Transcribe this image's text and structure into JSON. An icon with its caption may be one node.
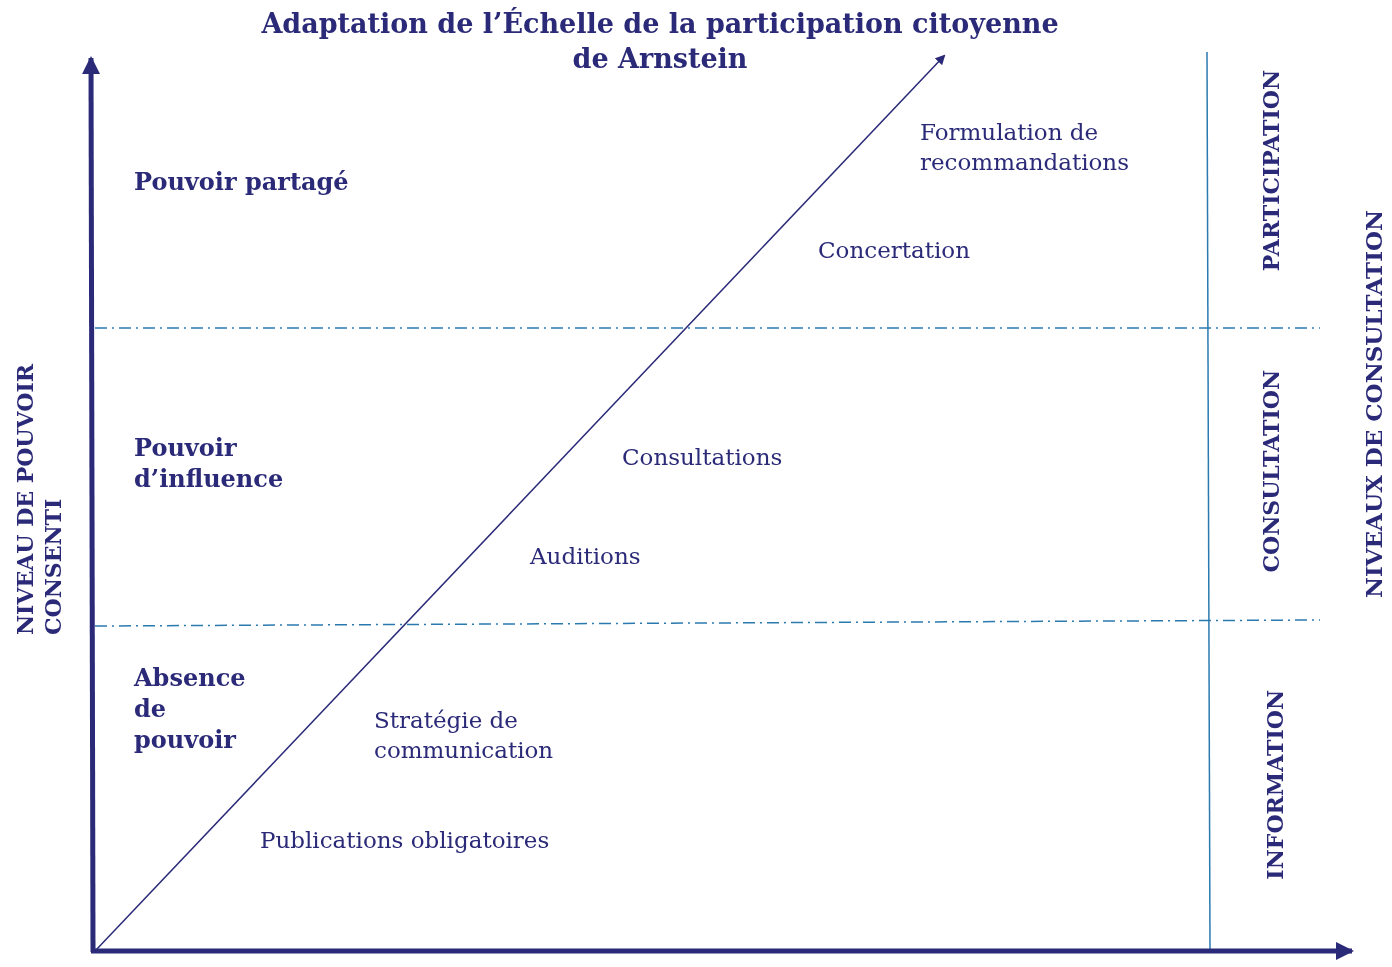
{
  "diagram": {
    "title": "Adaptation de l’Échelle de la participation citoyenne de Arnstein",
    "labels": [
      "Formulation de recommandations",
      "Pouvoir partagé",
      "PARTICIPATION",
      "NIVEAUX DE CONSULTATION",
      "Concertation",
      "NIVEAU DE POUVOIR CONSENTI",
      "Pouvoir d’influence",
      "Consultations",
      "CONSULTATION",
      "Auditions",
      "Absence de pouvoir",
      "Stratégie de communication",
      "INFORMATION",
      "Publications obligatoires"
    ]
  }
}
